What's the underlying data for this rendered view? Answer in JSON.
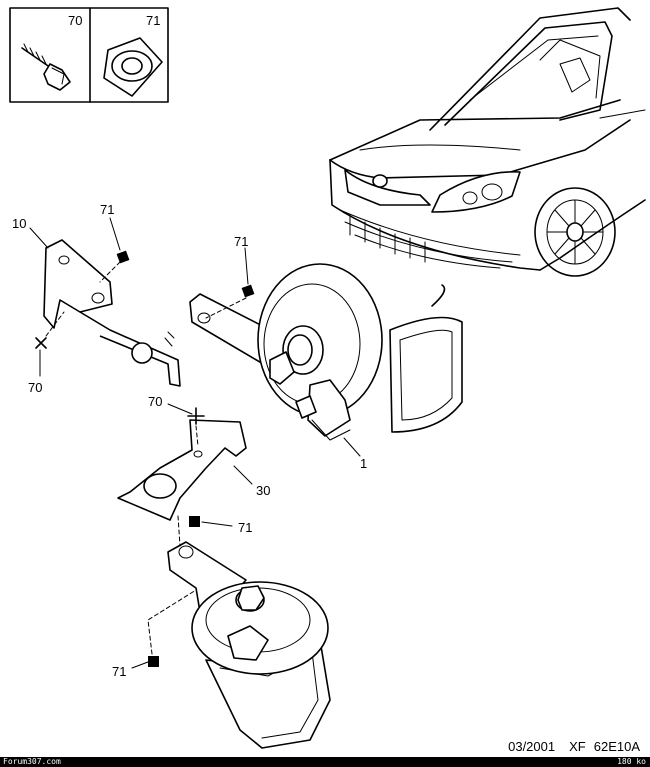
{
  "legend": {
    "items": [
      {
        "number": "70",
        "icon": "screw-icon"
      },
      {
        "number": "71",
        "icon": "nut-icon"
      }
    ]
  },
  "callouts": {
    "bracket_left": "10",
    "nut_top_left": "71",
    "nut_top_right": "71",
    "screw_left": "70",
    "screw_mid": "70",
    "bracket_mid": "30",
    "nut_mid": "71",
    "horn_top": "1",
    "nut_bottom": "71"
  },
  "footer": {
    "date": "03/2001",
    "ref_code": "XF",
    "drawing_code": "62E10A",
    "site": "Forum307.com",
    "size": "180 ko"
  }
}
